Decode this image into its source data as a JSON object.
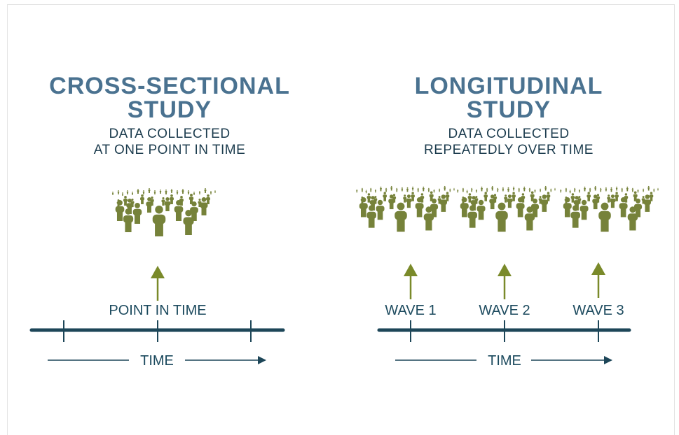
{
  "colors": {
    "title": "#4a7290",
    "text": "#1c3c4e",
    "timeline": "#1d4658",
    "figure": "#76823a",
    "arrow": "#7a8a2a"
  },
  "cross_sectional": {
    "title_line1": "CROSS-SECTIONAL",
    "title_line2": "STUDY",
    "subtitle_line1": "DATA COLLECTED",
    "subtitle_line2": "AT ONE POINT IN TIME",
    "point_label": "POINT IN TIME",
    "time_label": "TIME",
    "icon": "crowd-icon"
  },
  "longitudinal": {
    "title_line1": "LONGITUDINAL",
    "title_line2": "STUDY",
    "subtitle_line1": "DATA COLLECTED",
    "subtitle_line2": "REPEATEDLY OVER TIME",
    "waves": [
      "WAVE 1",
      "WAVE 2",
      "WAVE 3"
    ],
    "time_label": "TIME",
    "icon": "crowd-icon"
  }
}
